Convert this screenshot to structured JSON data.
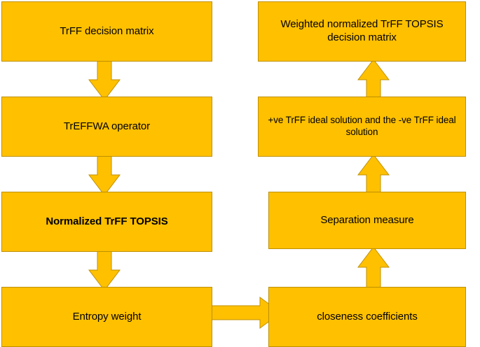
{
  "diagram": {
    "title": "TrFF TOPSIS methodology flowchart",
    "colors": {
      "node_fill": "#FFC000",
      "node_border": "#BF9000",
      "arrow_fill": "#FFC000",
      "arrow_border": "#BF9000",
      "background": "#FFFFFF",
      "text": "#000000"
    },
    "nodes": [
      {
        "id": "trff-decision-matrix",
        "label": "TrFF decision matrix",
        "column": "left",
        "order": 1
      },
      {
        "id": "treffwa-operator",
        "label": "TrEFFWA operator",
        "column": "left",
        "order": 2
      },
      {
        "id": "normalized-trff-topsis",
        "label": "Normalized TrFF TOPSIS",
        "column": "left",
        "order": 3
      },
      {
        "id": "entropy-weight",
        "label": "Entropy weight",
        "column": "left",
        "order": 4
      },
      {
        "id": "closeness-coefficients",
        "label": "closeness coefficients",
        "column": "right",
        "order": 4
      },
      {
        "id": "separation-measure",
        "label": "Separation measure",
        "column": "right",
        "order": 3
      },
      {
        "id": "ideal-solutions",
        "label": "+ve TrFF ideal solution and the -ve TrFF ideal solution",
        "column": "right",
        "order": 2
      },
      {
        "id": "weighted-normalized-matrix",
        "label": "Weighted normalized TrFF TOPSIS decision matrix",
        "column": "right",
        "order": 1
      }
    ],
    "connectors": [
      {
        "id": "arrow-matrix-to-operator",
        "from": "trff-decision-matrix",
        "to": "treffwa-operator",
        "direction": "down"
      },
      {
        "id": "arrow-operator-to-normalized",
        "from": "treffwa-operator",
        "to": "normalized-trff-topsis",
        "direction": "down"
      },
      {
        "id": "arrow-normalized-to-entropy",
        "from": "normalized-trff-topsis",
        "to": "entropy-weight",
        "direction": "down"
      },
      {
        "id": "arrow-entropy-to-closeness",
        "from": "entropy-weight",
        "to": "closeness-coefficients",
        "direction": "right"
      },
      {
        "id": "arrow-closeness-to-separation",
        "from": "closeness-coefficients",
        "to": "separation-measure",
        "direction": "up"
      },
      {
        "id": "arrow-separation-to-ideal",
        "from": "separation-measure",
        "to": "ideal-solutions",
        "direction": "up"
      },
      {
        "id": "arrow-ideal-to-weighted",
        "from": "ideal-solutions",
        "to": "weighted-normalized-matrix",
        "direction": "up"
      }
    ]
  }
}
